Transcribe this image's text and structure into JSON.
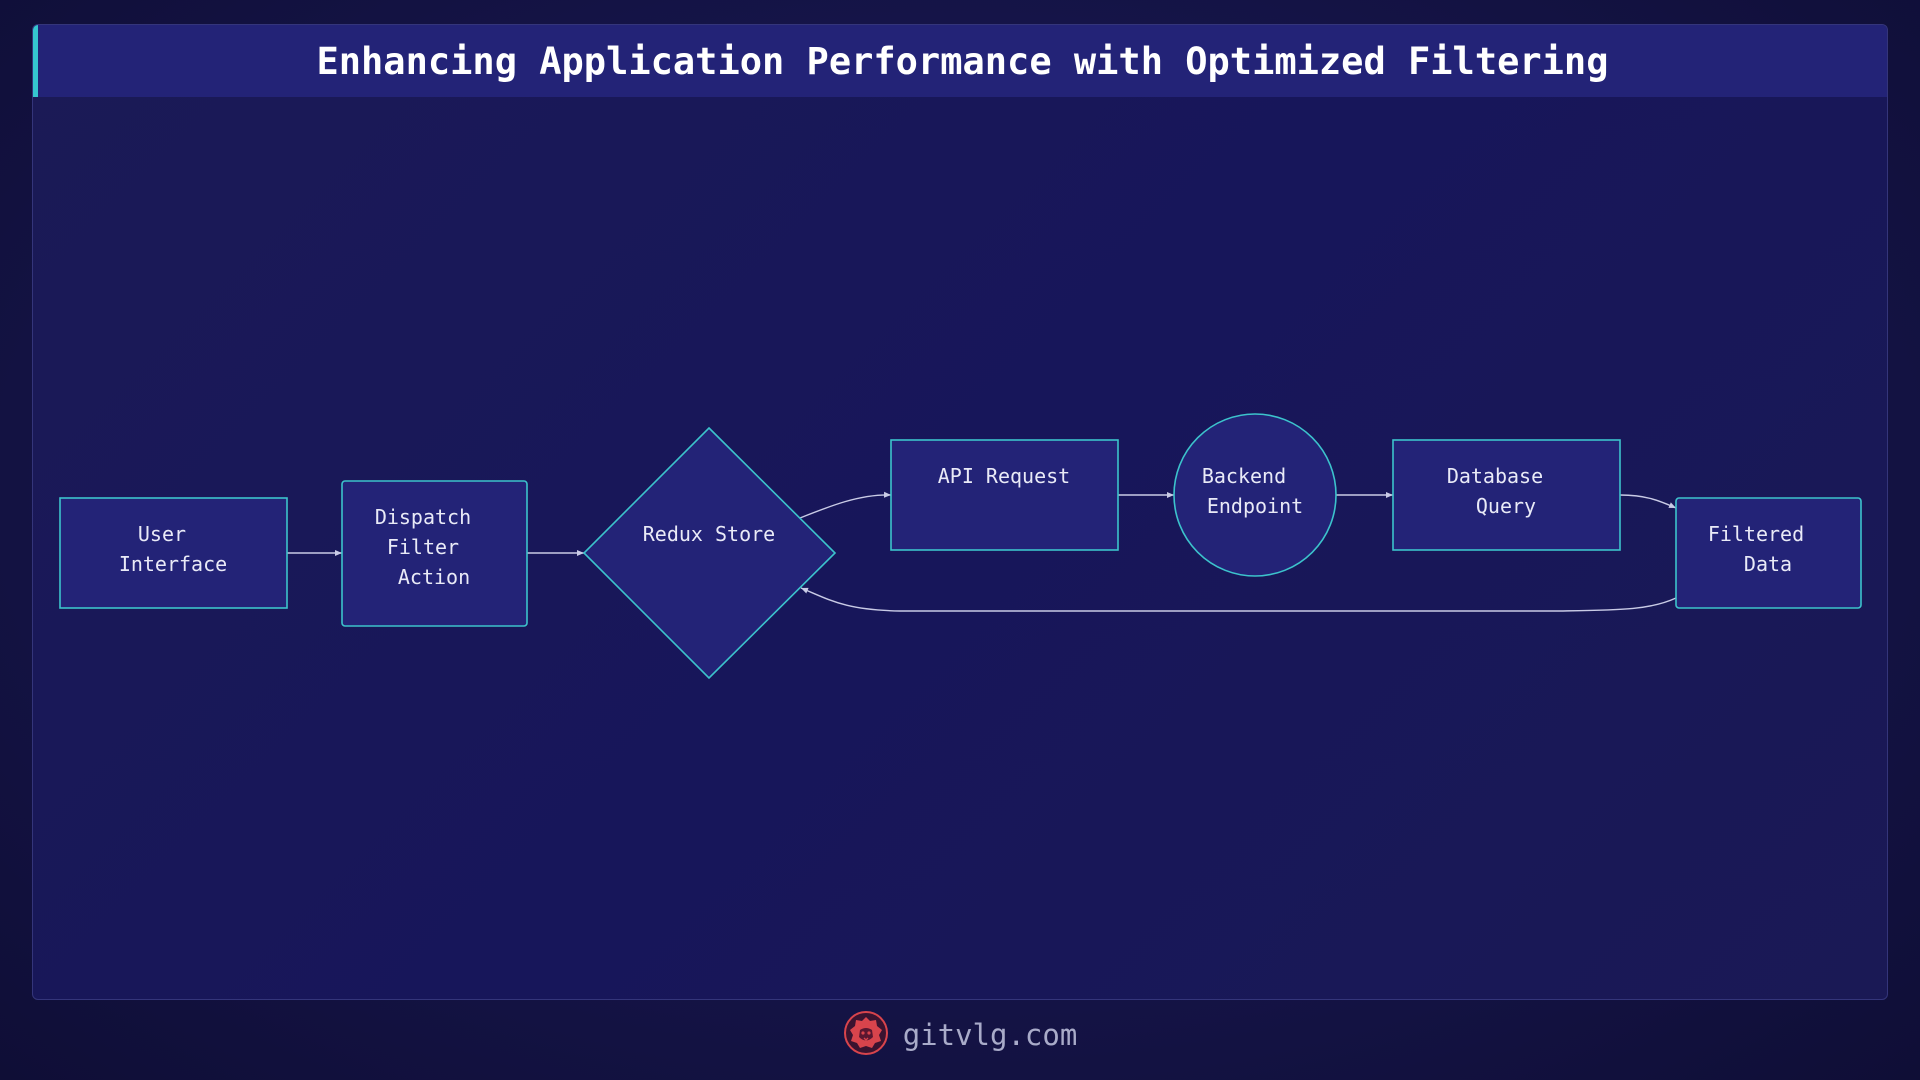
{
  "header": {
    "title": "Enhancing Application Performance with Optimized Filtering"
  },
  "diagram": {
    "nodes": {
      "user_interface": {
        "lines": [
          "User",
          "Interface"
        ]
      },
      "dispatch_filter_action": {
        "lines": [
          "Dispatch",
          "Filter",
          "Action"
        ]
      },
      "redux_store": {
        "lines": [
          "Redux Store"
        ]
      },
      "api_request": {
        "lines": [
          "API Request"
        ]
      },
      "backend_endpoint": {
        "lines": [
          "Backend",
          "Endpoint"
        ]
      },
      "database_query": {
        "lines": [
          "Database",
          "Query"
        ]
      },
      "filtered_data": {
        "lines": [
          "Filtered",
          "Data"
        ]
      }
    }
  },
  "footer": {
    "site": "gitvlg.com",
    "logo_icon": "lion-head-icon"
  },
  "colors": {
    "node_fill": "#232377",
    "node_stroke": "#3cc3cc",
    "edge": "#c9cbe6",
    "accent": "#35c6cf",
    "logo": "#d8444c"
  }
}
